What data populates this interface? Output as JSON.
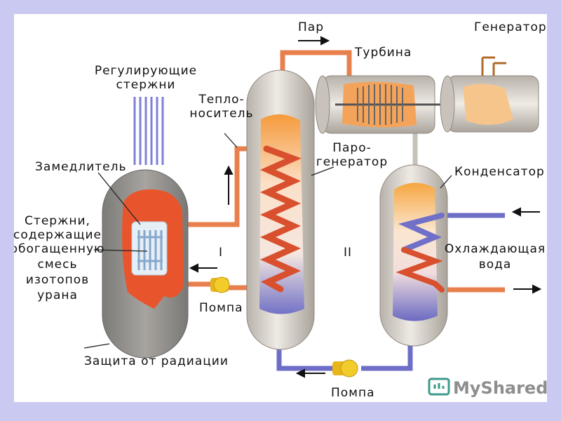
{
  "labels": {
    "control_rods": [
      "Регулирующие",
      "стержни"
    ],
    "coolant": [
      "Тепло-",
      "носитель"
    ],
    "moderator": "Замедлитель",
    "fuel_rods": [
      "Стержни,",
      "содержащие",
      "обогащенную",
      "смесь",
      "изотопов",
      "урана"
    ],
    "circuit_one": "I",
    "circuit_two": "II",
    "pump_one": "Помпа",
    "radiation_shield": "Защита от радиации",
    "steam": "Пар",
    "turbine": "Турбина",
    "generator": "Генератор",
    "steam_generator": [
      "Паро-",
      "генератор"
    ],
    "condenser": "Конденсатор",
    "cooling_water": [
      "Охлаждающая",
      "вода"
    ],
    "pump_two": "Помпа"
  },
  "watermark": {
    "text": "MyShared"
  },
  "colors": {
    "hot_pipe": "#f08a5a",
    "cold_pipe": "#7a7ad0",
    "vessel": "#d9d4cc",
    "reactor_core": "#e8552c",
    "background": "#c9c9f2"
  }
}
